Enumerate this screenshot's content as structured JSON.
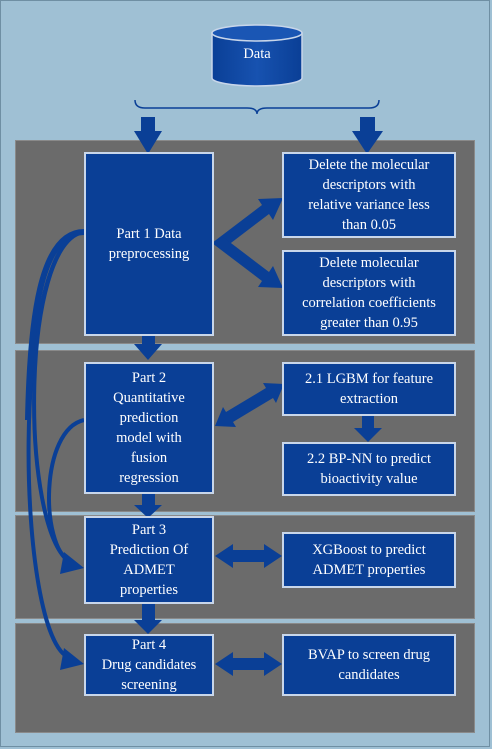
{
  "diagram": {
    "colors": {
      "background": "#9fc0d4",
      "panel": "#6b6b6b",
      "node_fill": "#0a3f96",
      "node_border": "#c8d6ea",
      "arrow": "#0a3f96"
    },
    "data_label": "Data",
    "part1": {
      "label": "Part 1 Data\npreprocessing",
      "step_a": "Delete the molecular\ndescriptors with\nrelative variance less\nthan 0.05",
      "step_b": "Delete molecular\ndescriptors with\ncorrelation coefficients\ngreater than 0.95"
    },
    "part2": {
      "label": "Part 2\nQuantitative\nprediction\nmodel with\nfusion\nregression",
      "step_a": "2.1 LGBM for feature\nextraction",
      "step_b": "2.2 BP-NN to predict\nbioactivity value"
    },
    "part3": {
      "label": "Part 3\nPrediction Of\nADMET\nproperties",
      "step_a": "XGBoost to predict\nADMET properties"
    },
    "part4": {
      "label": "Part 4\nDrug candidates\nscreening",
      "step_a": "BVAP to screen drug\ncandidates"
    }
  }
}
